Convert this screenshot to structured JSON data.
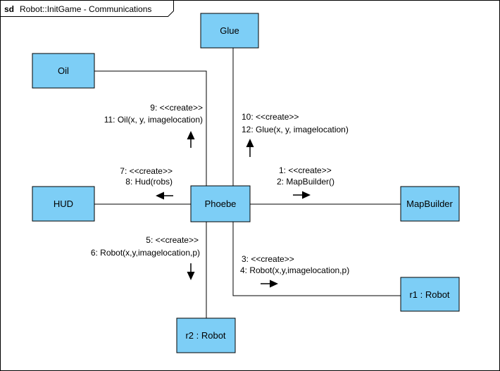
{
  "frame": {
    "keyword": "sd",
    "name": "Robot::InitGame - Communications"
  },
  "colors": {
    "node_fill": "#7DCEF6",
    "node_stroke": "#000000",
    "line": "#000000",
    "background": "#ffffff"
  },
  "nodes": {
    "glue": "Glue",
    "oil": "Oil",
    "hud": "HUD",
    "phoebe": "Phoebe",
    "mapbuilder": "MapBuilder",
    "r1": "r1 : Robot",
    "r2": "r2 : Robot"
  },
  "messages": {
    "oil": [
      "9: <<create>>",
      "11: Oil(x, y, imagelocation)"
    ],
    "glue": [
      "10: <<create>>",
      "12: Glue(x, y, imagelocation)"
    ],
    "hud": [
      "7: <<create>>",
      "8: Hud(robs)"
    ],
    "mapbuilder": [
      "1: <<create>>",
      "2: MapBuilder()"
    ],
    "r2": [
      "5: <<create>>",
      "6:  Robot(x,y,imagelocation,p)"
    ],
    "r1": [
      "3: <<create>>",
      "4:  Robot(x,y,imagelocation,p)"
    ]
  }
}
